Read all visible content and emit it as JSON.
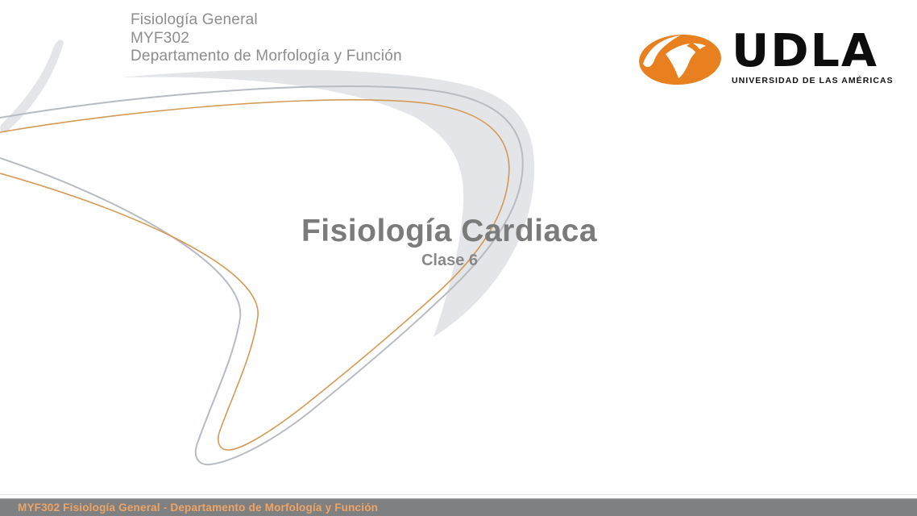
{
  "slide": {
    "header": {
      "course": "Fisiología General",
      "code": "MYF302",
      "department": "Departamento de Morfología y Función"
    },
    "logo": {
      "wordmark": "UDLA",
      "tagline": "UNIVERSIDAD DE LAS AMÉRICAS",
      "mark_icon": "udla-bird-icon"
    },
    "title": "Fisiología Cardiaca",
    "subtitle": "Clase 6",
    "footer": "MYF302 Fisiología General - Departamento de Morfología y Función",
    "colors": {
      "brand_orange": "#E8801F",
      "swoosh_fill": "#E3E5E8",
      "swoosh_gray_line": "#B7BCC3",
      "swoosh_orange_line": "#D49A55",
      "footer_bar": "#7E8082",
      "footer_text": "#EFA465",
      "title_text": "#7B7B7B",
      "header_text": "#8D8D8D"
    }
  }
}
